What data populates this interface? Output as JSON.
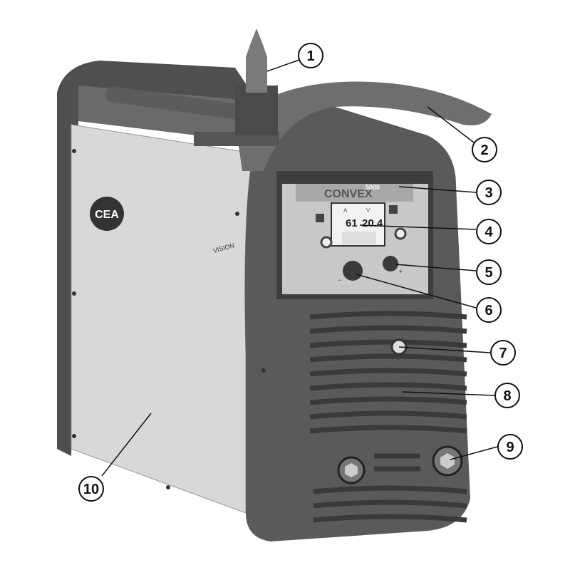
{
  "machine": {
    "brand_logo": "CEA",
    "side_label": "VISION",
    "model_name": "CONVEX",
    "model_number": "5000",
    "display": {
      "current_unit": "A",
      "voltage_unit": "V",
      "current_value": "61",
      "voltage_value": "20.4"
    },
    "knob_minus": "−",
    "knob_plus": "+"
  },
  "callouts": [
    "1",
    "2",
    "3",
    "4",
    "5",
    "6",
    "7",
    "8",
    "9",
    "10"
  ],
  "colors": {
    "body_dark": "#5a5a5a",
    "side_panel": "#d9d9d9",
    "panel_light": "#bdbdbd",
    "outline": "#111111"
  }
}
